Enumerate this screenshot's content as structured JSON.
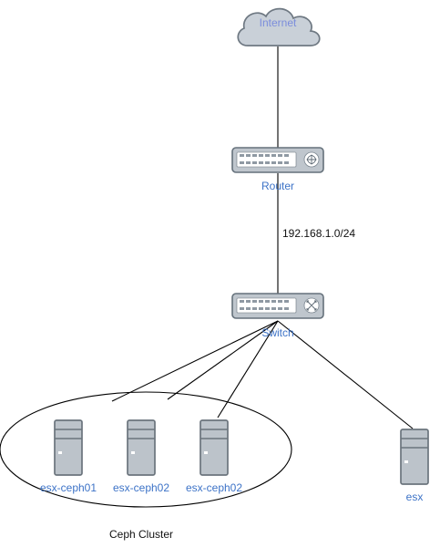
{
  "diagram": {
    "labels": {
      "internet": "Internet",
      "router": "Router",
      "subnet": "192.168.1.0/24",
      "switch": "Switch",
      "cluster": "Ceph Cluster",
      "servers": [
        "esx-ceph01",
        "esx-ceph02",
        "esx-ceph02",
        "esx"
      ]
    },
    "colors": {
      "device_fill": "#bfc6cd",
      "device_stroke": "#65717b",
      "label_blue": "#3d73c7",
      "cloud_label": "#7b8ddc",
      "line": "#000000"
    },
    "icons": {
      "internet": "cloud-icon",
      "router": "router-icon",
      "switch": "switch-icon",
      "server": "server-icon"
    }
  }
}
